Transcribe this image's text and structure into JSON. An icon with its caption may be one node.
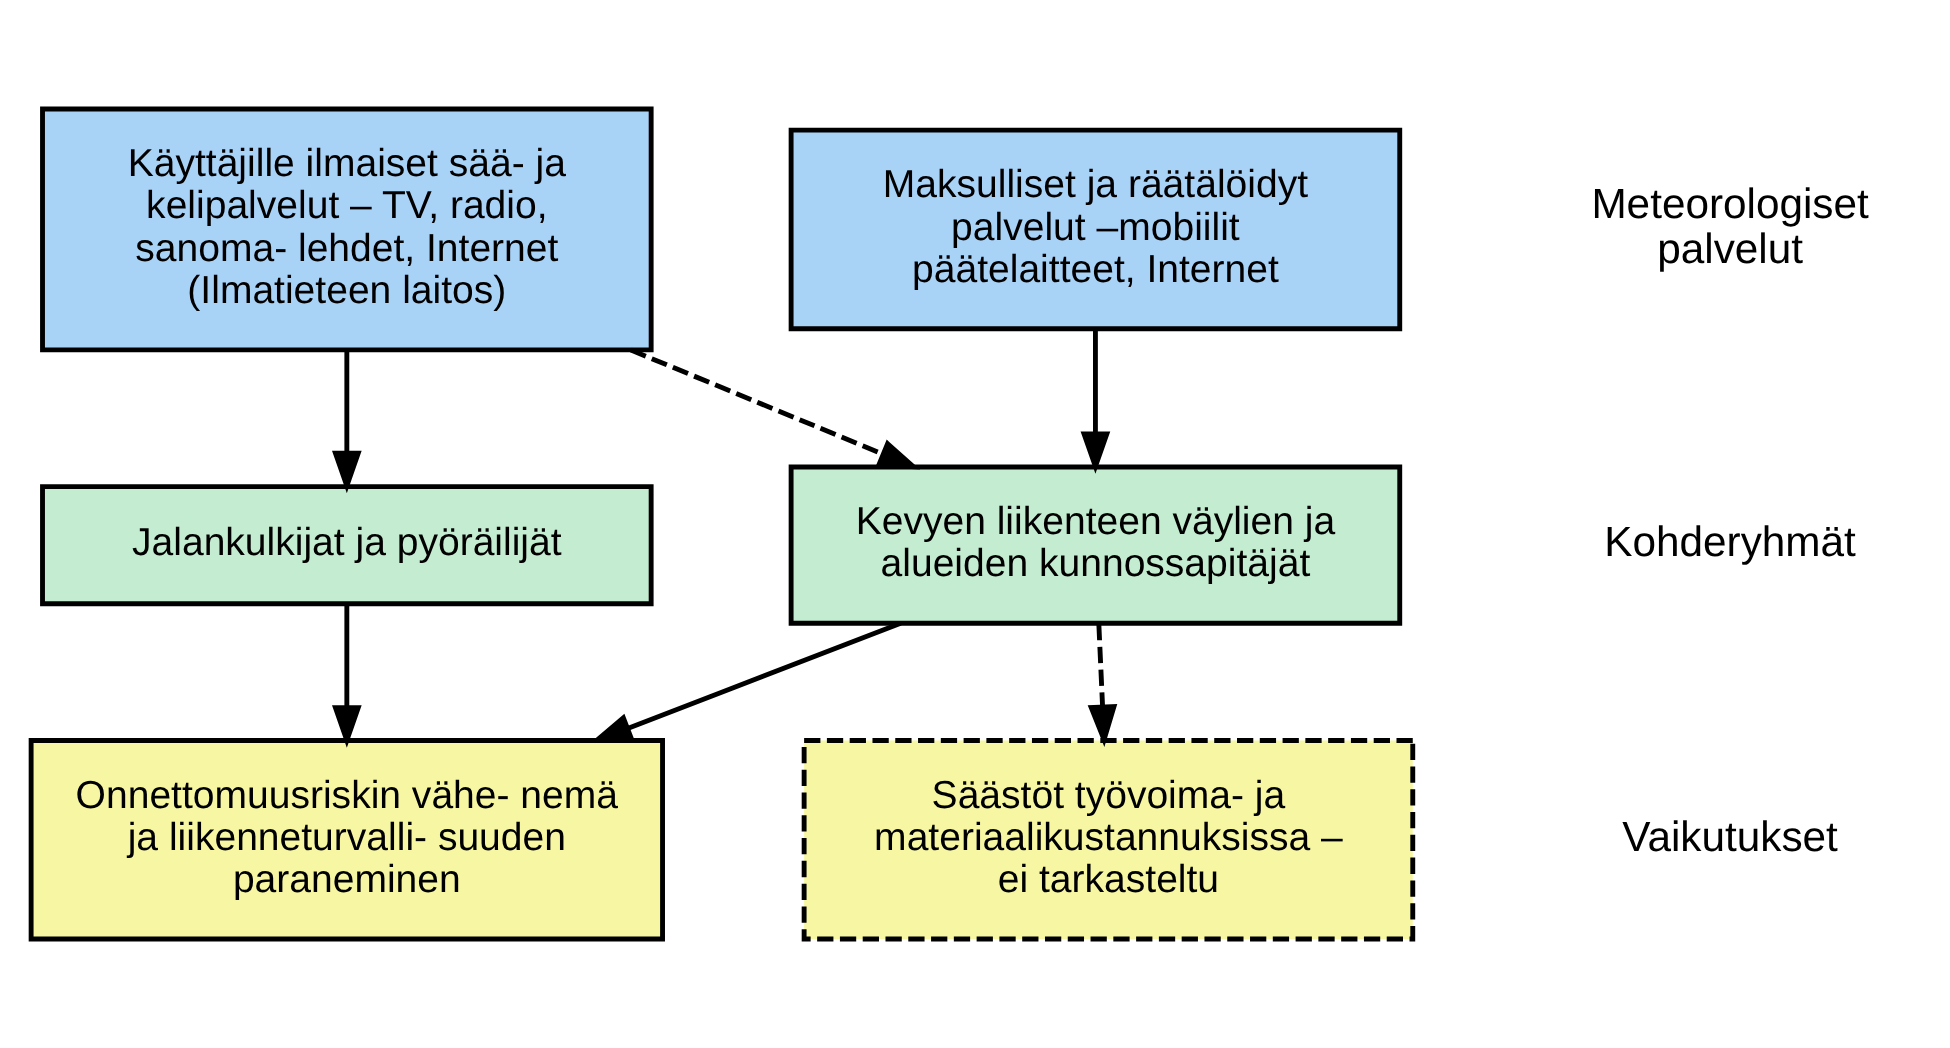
{
  "diagram": {
    "nodes": [
      {
        "text": [
          "Käyttäjille ilmaiset sää- ja kelipalvelut – TV, radio, sanoma- lehdet, Internet (Ilmatieteen laitos)"
        ]
      },
      {
        "text": [
          "Maksulliset ja räätälöidyt palvelut –mobiilit päätelaitteet, Internet"
        ]
      },
      {
        "text": [
          "Jalankulkijat ja pyöräilijät"
        ]
      },
      {
        "text": [
          "Kevyen liikenteen väylien ja alueiden kunnossapitäjät"
        ]
      },
      {
        "text": [
          "Onnettomuusriskin vähe- nemä ja liikenneturvalli- suuden paraneminen"
        ]
      },
      {
        "text": [
          "Säästöt työvoima- ja materiaalikustannuksissa – ei tarkasteltu"
        ]
      }
    ],
    "edges": [
      {
        "from": 0,
        "to": 2,
        "arrow": "to"
      },
      {
        "from": 0,
        "to": 3,
        "arrow": "to",
        "style": "dashed"
      },
      {
        "from": 1,
        "to": 3,
        "arrow": "to"
      },
      {
        "from": 2,
        "to": 4,
        "arrow": "to"
      },
      {
        "from": 3,
        "to": 4,
        "arrow": "to"
      },
      {
        "from": 3,
        "to": 5,
        "arrow": "to",
        "style": "dashed"
      }
    ],
    "labels": [
      "Meteorologiset palvelut",
      "Kohderyhmät",
      "Vaikutukset"
    ]
  }
}
